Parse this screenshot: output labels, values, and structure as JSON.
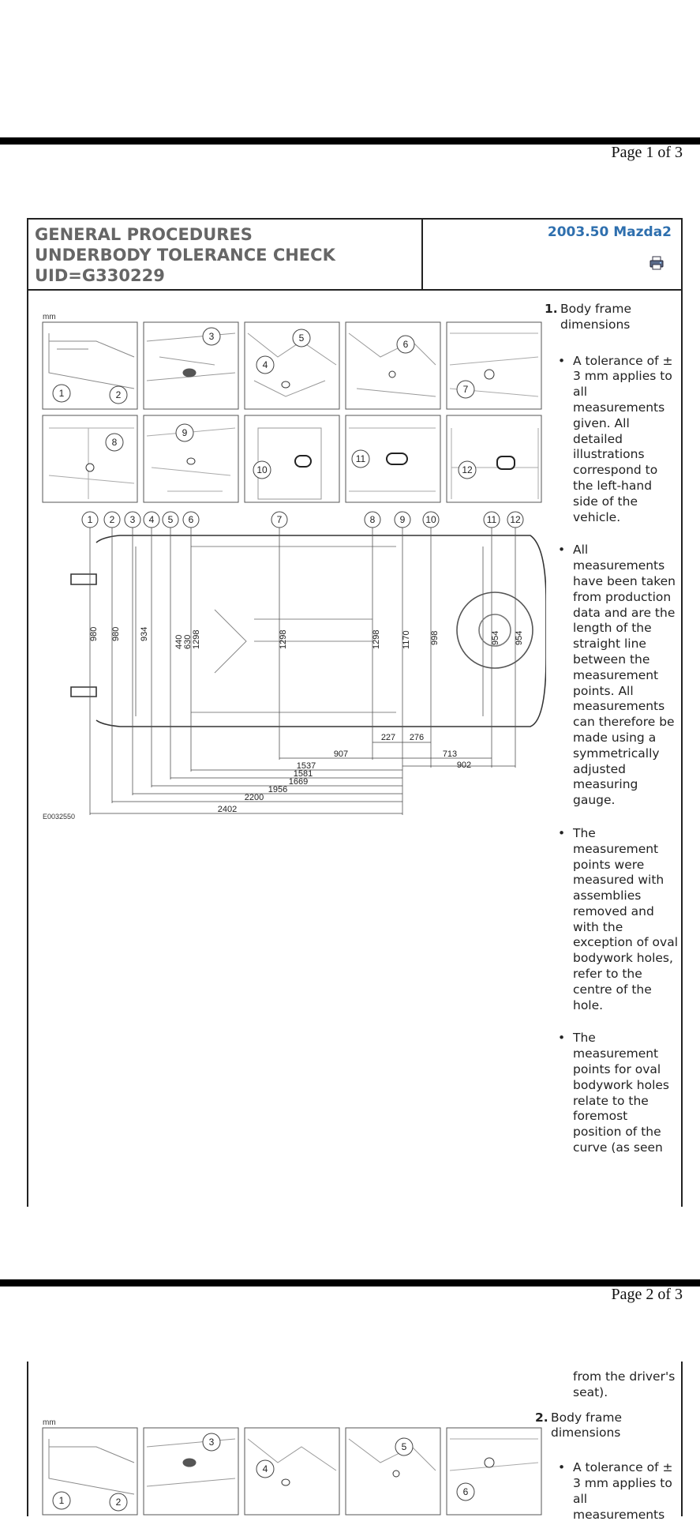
{
  "pages": [
    {
      "number_label": "Page 1 of 3"
    },
    {
      "number_label": "Page 2 of 3"
    }
  ],
  "header": {
    "line1": "GENERAL PROCEDURES",
    "line2": "UNDERBODY TOLERANCE CHECK",
    "line3": "UID=G330229",
    "model": "2003.50 Mazda2"
  },
  "figure": {
    "unit": "mm",
    "code": "E0032550",
    "detail_labels_row1": [
      "1",
      "2",
      "3",
      "4",
      "5",
      "6",
      "7"
    ],
    "detail_labels_row2": [
      "8",
      "9",
      "10",
      "11",
      "12"
    ],
    "station_labels": [
      "1",
      "2",
      "3",
      "4",
      "5",
      "6",
      "7",
      "8",
      "9",
      "10",
      "11",
      "12"
    ],
    "vertical_dims": [
      "980",
      "980",
      "934",
      "440",
      "630",
      "1298",
      "1298",
      "1298",
      "1170",
      "998",
      "954",
      "954"
    ],
    "horizontal_dims": [
      "907",
      "227",
      "276",
      "713",
      "902",
      "1537",
      "1581",
      "1669",
      "1956",
      "2200",
      "2402"
    ]
  },
  "figure2": {
    "unit": "mm",
    "detail_labels_row1": [
      "1",
      "2",
      "3",
      "4",
      "5",
      "6"
    ]
  },
  "steps_page1": {
    "step1_num": "1.",
    "step1_title": "Body frame dimensions",
    "bullets": [
      "A tolerance of ± 3 mm applies to all measurements given. All detailed illustrations correspond to the left-hand side of the vehicle.",
      "All measurements have been taken from production data and are the length of the straight line between the measurement points. All measurements can therefore be made using a symmetrically adjusted measuring gauge.",
      "The measurement points were measured with assemblies removed and with the exception of oval bodywork holes, refer to the centre of the hole.",
      "The measurement points for oval bodywork holes relate to the foremost position of the curve (as seen"
    ]
  },
  "steps_page2": {
    "continuation": "from the driver's seat).",
    "step2_num": "2.",
    "step2_title": "Body frame dimensions",
    "bullet1": "A tolerance of ± 3 mm applies to all measurements"
  }
}
